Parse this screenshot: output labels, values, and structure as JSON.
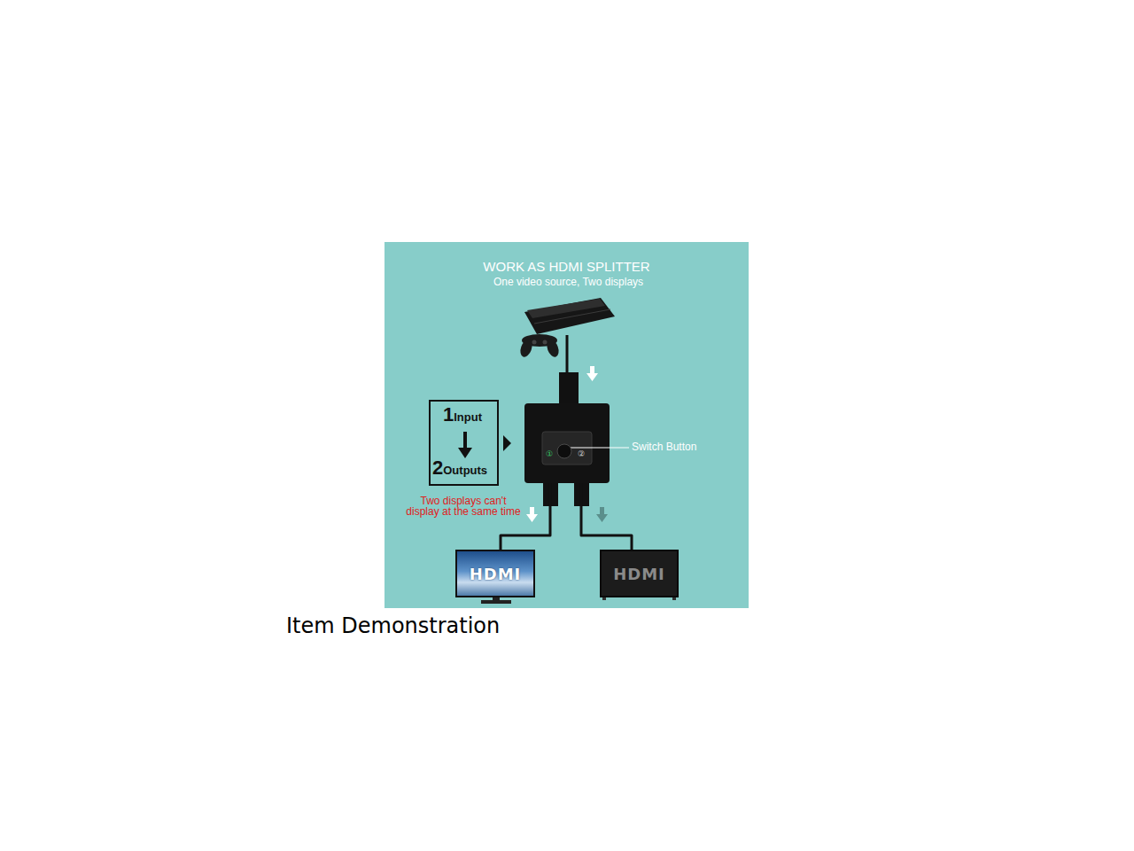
{
  "diagram": {
    "title": "WORK AS HDMI SPLITTER",
    "caption": "Item Demonstration",
    "nodes": [
      {
        "text": [
          "1",
          "Input",
          "2",
          "Outputs"
        ]
      },
      {
        "text": [
          "①",
          "②"
        ]
      },
      {
        "text": [
          "HDMI"
        ]
      },
      {
        "text": [
          "HDMI"
        ]
      }
    ],
    "edges": [
      {
        "from": 1,
        "to": 2,
        "arrow": "none"
      },
      {
        "from": 1,
        "to": 3,
        "arrow": "none"
      }
    ],
    "labels": [
      "One video source, Two displays",
      "Switch Button",
      "Two displays can't display at the same time"
    ]
  }
}
